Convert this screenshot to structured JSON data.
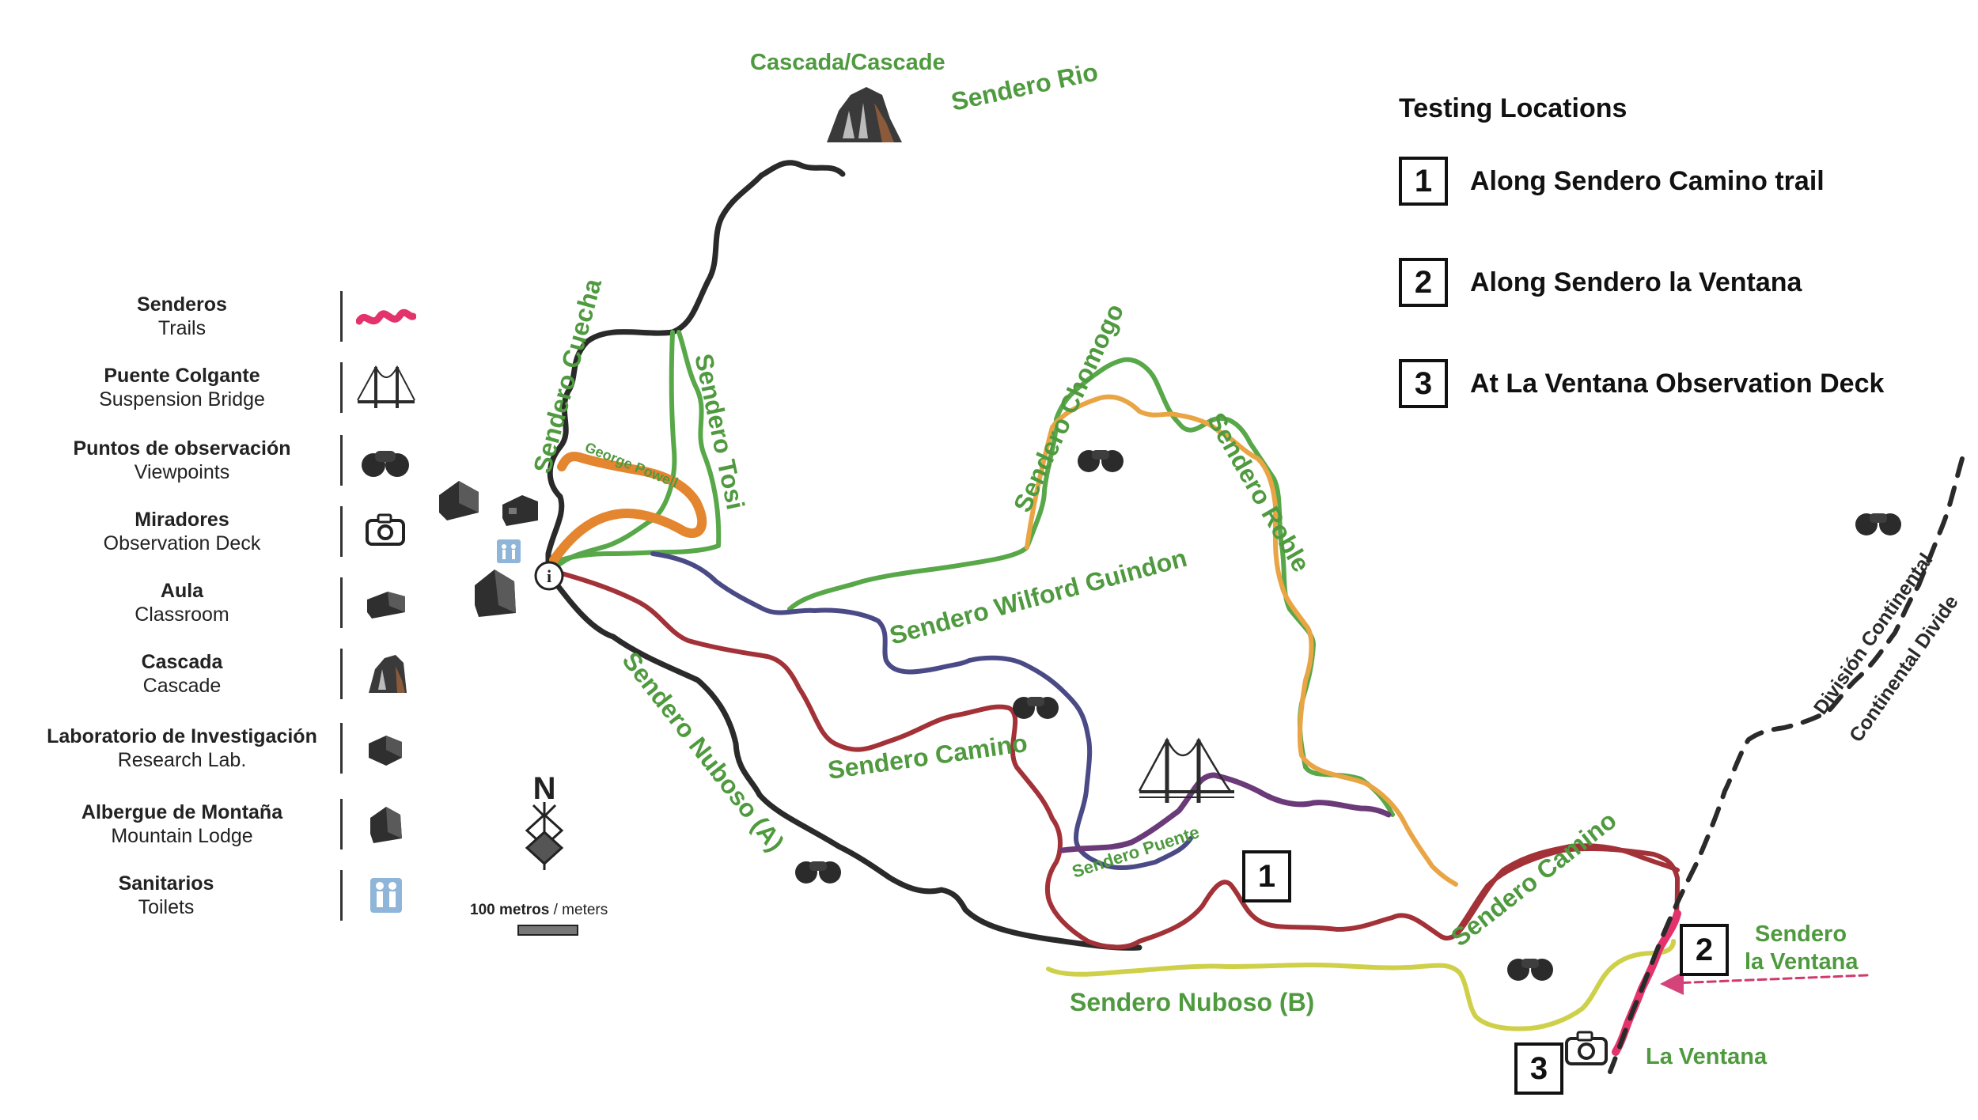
{
  "legend": [
    {
      "es": "Senderos",
      "en": "Trails",
      "icon": "trail-squiggle-icon"
    },
    {
      "es": "Puente Colgante",
      "en": "Suspension Bridge",
      "icon": "suspension-bridge-icon"
    },
    {
      "es": "Puntos de observación",
      "en": "Viewpoints",
      "icon": "binoculars-icon"
    },
    {
      "es": "Miradores",
      "en": "Observation Deck",
      "icon": "camera-icon"
    },
    {
      "es": "Aula",
      "en": "Classroom",
      "icon": "classroom-icon"
    },
    {
      "es": "Cascada",
      "en": "Cascade",
      "icon": "cascade-icon"
    },
    {
      "es": "Laboratorio de Investigación",
      "en": "Research Lab.",
      "icon": "research-lab-icon"
    },
    {
      "es": "Albergue de Montaña",
      "en": "Mountain Lodge",
      "icon": "mountain-lodge-icon"
    },
    {
      "es": "Sanitarios",
      "en": "Toilets",
      "icon": "toilets-icon"
    }
  ],
  "testing": {
    "title": "Testing Locations",
    "items": [
      {
        "num": "1",
        "text": "Along Sendero Camino trail"
      },
      {
        "num": "2",
        "text": "Along Sendero la Ventana"
      },
      {
        "num": "3",
        "text": "At La Ventana Observation Deck"
      }
    ]
  },
  "map_labels": {
    "cascada": "Cascada/Cascade",
    "rio": "Sendero Rio",
    "cuecha": "Sendero Cuecha",
    "tosi": "Sendero Tosi",
    "george": "George Powell",
    "chomogo": "Sendero Chomogo",
    "roble": "Sendero Roble",
    "wilford": "Sendero Wilford Guindon",
    "nuboso_a": "Sendero Nuboso (A)",
    "camino1": "Sendero Camino",
    "puente": "Sendero Puente",
    "camino2": "Sendero Camino",
    "nuboso_b": "Sendero Nuboso (B)",
    "ventana_trail_1": "Sendero",
    "ventana_trail_2": "la Ventana",
    "la_ventana": "La Ventana",
    "divide_es": "División Continental",
    "divide_en": "Continental Divide",
    "info": "i"
  },
  "markers": [
    {
      "num": "1"
    },
    {
      "num": "2"
    },
    {
      "num": "3"
    }
  ],
  "compass": {
    "letter": "N"
  },
  "scale": {
    "bold": "100 metros",
    "rest": " / meters"
  },
  "colors": {
    "label_green": "#4f9a3f",
    "black_trail": "#2a2a2a",
    "green_trail": "#58a84a",
    "orange_trail": "#e9a544",
    "george_trail": "#e4852f",
    "navy_trail": "#4a4a86",
    "red_trail": "#a33238",
    "purple_trail": "#6a3b78",
    "yellow_trail": "#cfd04a",
    "pink_trail": "#e4336b"
  }
}
